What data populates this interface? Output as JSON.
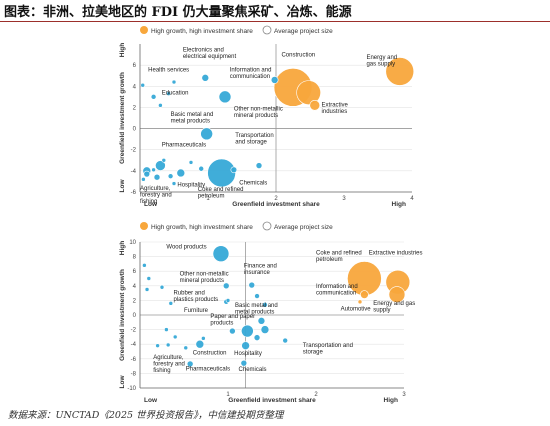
{
  "header": {
    "title": "图表：非洲、拉美地区的 FDI 仍大量聚焦采矿、冶炼、能源"
  },
  "footer": {
    "source": "数据来源：UNCTAD《2025 世界投资报告》，中信建投期货整理"
  },
  "colors": {
    "high": "#f8a73c",
    "normal": "#36a9d7",
    "outline": "#ffffff",
    "axis": "#666666"
  },
  "chart_data": [
    {
      "type": "scatter",
      "legend": [
        "High growth, high investment share",
        "Average project size"
      ],
      "xlabel": "Greenfield investment share",
      "ylabel": "Greenfield investment growth",
      "xlow": "Low",
      "xhigh": "High",
      "ylow": "Low",
      "yhigh": "High",
      "xlim": [
        0,
        4
      ],
      "ylim": [
        -6,
        8
      ],
      "xticks": [
        1,
        2,
        3,
        4
      ],
      "yticks": [
        -6,
        -4,
        -2,
        0,
        2,
        4,
        6
      ],
      "ref_x": 2,
      "ref_y": 0,
      "points": [
        {
          "label": "Energy and gas supply",
          "x": 3.82,
          "y": 5.4,
          "r": 14,
          "high": true
        },
        {
          "label": "Construction",
          "x": 2.25,
          "y": 3.9,
          "r": 19,
          "high": true
        },
        {
          "label": "",
          "x": 2.48,
          "y": 3.4,
          "r": 12,
          "high": true
        },
        {
          "label": "Extractive industries",
          "x": 2.57,
          "y": 2.2,
          "r": 5,
          "high": true
        },
        {
          "label": "Electronics and electrical equipment",
          "x": 0.96,
          "y": 4.8,
          "r": 3.5,
          "high": false
        },
        {
          "label": "Information and communication",
          "x": 1.98,
          "y": 4.6,
          "r": 3.5,
          "high": false
        },
        {
          "label": "Health services",
          "x": 0.04,
          "y": 4.1,
          "r": 2,
          "high": false
        },
        {
          "label": "",
          "x": 0.5,
          "y": 4.4,
          "r": 2,
          "high": false
        },
        {
          "label": "Education",
          "x": 0.2,
          "y": 3.0,
          "r": 2.5,
          "high": false
        },
        {
          "label": "",
          "x": 0.42,
          "y": 3.3,
          "r": 2,
          "high": false
        },
        {
          "label": "Other non-metallic mineral products",
          "x": 1.25,
          "y": 3.0,
          "r": 6,
          "high": false
        },
        {
          "label": "",
          "x": 0.3,
          "y": 2.2,
          "r": 2,
          "high": false
        },
        {
          "label": "Basic metal and metal products",
          "x": 0.98,
          "y": -0.5,
          "r": 6,
          "high": false
        },
        {
          "label": "Pharmaceuticals",
          "x": 0.3,
          "y": -3.5,
          "r": 5,
          "high": false
        },
        {
          "label": "Hospitality",
          "x": 0.6,
          "y": -4.2,
          "r": 4,
          "high": false
        },
        {
          "label": "Agriculture, forestry and fishing",
          "x": 0.1,
          "y": -4.0,
          "r": 4,
          "high": false
        },
        {
          "label": "",
          "x": 0.1,
          "y": -4.3,
          "r": 3,
          "high": false
        },
        {
          "label": "",
          "x": 0.25,
          "y": -4.6,
          "r": 3,
          "high": false
        },
        {
          "label": "",
          "x": 0.45,
          "y": -4.5,
          "r": 2.5,
          "high": false
        },
        {
          "label": "",
          "x": 0.2,
          "y": -3.9,
          "r": 2,
          "high": false
        },
        {
          "label": "",
          "x": 0.05,
          "y": -4.8,
          "r": 2,
          "high": false
        },
        {
          "label": "",
          "x": 0.35,
          "y": -3.0,
          "r": 2,
          "high": false
        },
        {
          "label": "",
          "x": 0.75,
          "y": -3.2,
          "r": 2,
          "high": false
        },
        {
          "label": "",
          "x": 0.5,
          "y": -5.2,
          "r": 2,
          "high": false
        },
        {
          "label": "Coke and refined petroleum",
          "x": 1.2,
          "y": -4.2,
          "r": 14,
          "high": false
        },
        {
          "label": "",
          "x": 0.9,
          "y": -3.8,
          "r": 2.5,
          "high": false
        },
        {
          "label": "Chemicals",
          "x": 1.38,
          "y": -3.9,
          "r": 3,
          "high": false
        },
        {
          "label": "Transportation and storage",
          "x": 1.75,
          "y": -3.5,
          "r": 3,
          "high": false
        }
      ],
      "annotations": [
        {
          "text": [
            "Energy and",
            "gas supply"
          ],
          "x": 3.33,
          "y": 6.6
        },
        {
          "text": [
            "Construction"
          ],
          "x": 2.08,
          "y": 6.8
        },
        {
          "text": [
            "Extractive",
            "industries"
          ],
          "x": 2.67,
          "y": 2.1
        },
        {
          "text": [
            "Electronics and",
            "electrical equipment"
          ],
          "x": 0.63,
          "y": 7.3
        },
        {
          "text": [
            "Information and",
            "communication"
          ],
          "x": 1.32,
          "y": 5.4
        },
        {
          "text": [
            "Health services"
          ],
          "x": 0.12,
          "y": 5.4
        },
        {
          "text": [
            "Education"
          ],
          "x": 0.32,
          "y": 3.2
        },
        {
          "text": [
            "Other non-metallic",
            "mineral products"
          ],
          "x": 1.38,
          "y": 1.7
        },
        {
          "text": [
            "Basic metal and",
            "metal products"
          ],
          "x": 0.45,
          "y": 1.2
        },
        {
          "text": [
            "Transportation",
            "and storage"
          ],
          "x": 1.4,
          "y": -0.8
        },
        {
          "text": [
            "Pharmaceuticals"
          ],
          "x": 0.32,
          "y": -1.7
        },
        {
          "text": [
            "Hospitality"
          ],
          "x": 0.55,
          "y": -5.5
        },
        {
          "text": [
            "Agriculture,",
            "forestry and",
            "fishing"
          ],
          "x": 0.0,
          "y": -5.8
        },
        {
          "text": [
            "Coke and refined",
            "petroleum"
          ],
          "x": 0.85,
          "y": -5.9
        },
        {
          "text": [
            "Chemicals"
          ],
          "x": 1.46,
          "y": -5.3
        }
      ]
    },
    {
      "type": "scatter",
      "legend": [
        "High growth, high investment share",
        "Average project size"
      ],
      "xlabel": "Greenfield investment share",
      "ylabel": "Greenfield investment growth",
      "xlow": "Low",
      "xhigh": "High",
      "ylow": "Low",
      "yhigh": "High",
      "xlim": [
        0,
        3
      ],
      "ylim": [
        -10,
        10
      ],
      "xticks": [
        1,
        2,
        3
      ],
      "yticks": [
        -10,
        -8,
        -6,
        -4,
        -2,
        0,
        2,
        4,
        6,
        8,
        10
      ],
      "ref_x": 1.2,
      "ref_y": 0,
      "points": [
        {
          "label": "Coke and refined petroleum",
          "x": 2.55,
          "y": 5.0,
          "r": 17,
          "high": true
        },
        {
          "label": "Extractive industries",
          "x": 2.93,
          "y": 4.5,
          "r": 12,
          "high": true
        },
        {
          "label": "",
          "x": 2.92,
          "y": 2.8,
          "r": 8,
          "high": true
        },
        {
          "label": "Information and communication",
          "x": 2.55,
          "y": 2.8,
          "r": 4,
          "high": true
        },
        {
          "label": "",
          "x": 2.5,
          "y": 1.8,
          "r": 2,
          "high": true
        },
        {
          "label": "Wood products",
          "x": 0.92,
          "y": 8.4,
          "r": 8,
          "high": false
        },
        {
          "label": "",
          "x": 0.05,
          "y": 6.8,
          "r": 2,
          "high": false
        },
        {
          "label": "",
          "x": 0.1,
          "y": 5.0,
          "r": 2,
          "high": false
        },
        {
          "label": "",
          "x": 0.08,
          "y": 3.5,
          "r": 2,
          "high": false
        },
        {
          "label": "",
          "x": 0.25,
          "y": 3.8,
          "r": 2,
          "high": false
        },
        {
          "label": "Other non-metallic mineral products",
          "x": 0.98,
          "y": 4.0,
          "r": 3,
          "high": false
        },
        {
          "label": "Finance and insurance",
          "x": 1.27,
          "y": 4.1,
          "r": 3,
          "high": false
        },
        {
          "label": "",
          "x": 1.33,
          "y": 2.6,
          "r": 2.5,
          "high": false
        },
        {
          "label": "",
          "x": 1.0,
          "y": 2.0,
          "r": 2,
          "high": false
        },
        {
          "label": "Rubber and plastics products",
          "x": 0.98,
          "y": 1.8,
          "r": 2.5,
          "high": false
        },
        {
          "label": "",
          "x": 1.42,
          "y": 1.4,
          "r": 2.5,
          "high": false
        },
        {
          "label": "Furniture",
          "x": 0.35,
          "y": 1.6,
          "r": 2,
          "high": false
        },
        {
          "label": "Basic metal and metal products",
          "x": 1.38,
          "y": -0.8,
          "r": 3.5,
          "high": false
        },
        {
          "label": "Paper and paper products",
          "x": 1.05,
          "y": -2.2,
          "r": 3,
          "high": false
        },
        {
          "label": "",
          "x": 1.22,
          "y": -2.2,
          "r": 6,
          "high": false
        },
        {
          "label": "",
          "x": 1.42,
          "y": -2.0,
          "r": 4,
          "high": false
        },
        {
          "label": "",
          "x": 1.33,
          "y": -3.1,
          "r": 3,
          "high": false
        },
        {
          "label": "Hospitality",
          "x": 1.2,
          "y": -4.2,
          "r": 4,
          "high": false
        },
        {
          "label": "Construction",
          "x": 0.68,
          "y": -4.0,
          "r": 4,
          "high": false
        },
        {
          "label": "",
          "x": 0.52,
          "y": -4.5,
          "r": 2,
          "high": false
        },
        {
          "label": "",
          "x": 0.72,
          "y": -3.2,
          "r": 2,
          "high": false
        },
        {
          "label": "",
          "x": 0.3,
          "y": -2.0,
          "r": 2,
          "high": false
        },
        {
          "label": "",
          "x": 0.4,
          "y": -3.0,
          "r": 2,
          "high": false
        },
        {
          "label": "",
          "x": 0.32,
          "y": -4.1,
          "r": 2,
          "high": false
        },
        {
          "label": "Agriculture, forestry and fishing",
          "x": 0.2,
          "y": -4.2,
          "r": 2,
          "high": false
        },
        {
          "label": "Pharmaceuticals",
          "x": 0.57,
          "y": -6.7,
          "r": 3,
          "high": false
        },
        {
          "label": "Chemicals",
          "x": 1.18,
          "y": -6.6,
          "r": 3,
          "high": false
        },
        {
          "label": "Transportation and storage",
          "x": 1.65,
          "y": -3.5,
          "r": 2.5,
          "high": false
        }
      ],
      "annotations": [
        {
          "text": [
            "Coke and refined",
            "petroleum"
          ],
          "x": 2.0,
          "y": 8.3
        },
        {
          "text": [
            "Extractive industries"
          ],
          "x": 2.6,
          "y": 8.3
        },
        {
          "text": [
            "Information and",
            "communication"
          ],
          "x": 2.0,
          "y": 3.7
        },
        {
          "text": [
            "Automotive"
          ],
          "x": 2.28,
          "y": 0.6
        },
        {
          "text": [
            "Energy and gas",
            "supply"
          ],
          "x": 2.65,
          "y": 1.4
        },
        {
          "text": [
            "Wood products"
          ],
          "x": 0.3,
          "y": 9.1
        },
        {
          "text": [
            "Finance and",
            "insurance"
          ],
          "x": 1.18,
          "y": 6.5
        },
        {
          "text": [
            "Other non-metallic",
            "mineral products"
          ],
          "x": 0.45,
          "y": 5.4
        },
        {
          "text": [
            "Rubber and",
            "plastics products"
          ],
          "x": 0.38,
          "y": 2.8
        },
        {
          "text": [
            "Furniture"
          ],
          "x": 0.5,
          "y": 0.4
        },
        {
          "text": [
            "Basic metal and",
            "metal products"
          ],
          "x": 1.08,
          "y": 1.1
        },
        {
          "text": [
            "Paper and paper",
            "products"
          ],
          "x": 0.8,
          "y": -0.4
        },
        {
          "text": [
            "Construction"
          ],
          "x": 0.6,
          "y": -5.4
        },
        {
          "text": [
            "Hospitality"
          ],
          "x": 1.07,
          "y": -5.5
        },
        {
          "text": [
            "Transportation and",
            "storage"
          ],
          "x": 1.85,
          "y": -4.4
        },
        {
          "text": [
            "Agriculture,",
            "forestry and",
            "fishing"
          ],
          "x": 0.15,
          "y": -6.0
        },
        {
          "text": [
            "Pharmaceuticals"
          ],
          "x": 0.52,
          "y": -7.6
        },
        {
          "text": [
            "Chemicals"
          ],
          "x": 1.12,
          "y": -7.7
        }
      ]
    }
  ]
}
